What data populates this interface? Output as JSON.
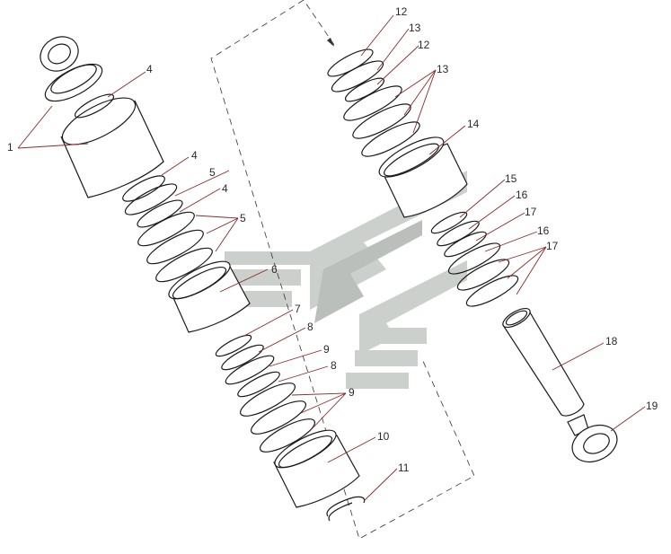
{
  "diagram": {
    "labels": [
      "1",
      "4",
      "4",
      "5",
      "4",
      "5",
      "6",
      "7",
      "8",
      "9",
      "8",
      "9",
      "10",
      "11",
      "12",
      "13",
      "12",
      "13",
      "14",
      "15",
      "16",
      "17",
      "16",
      "17",
      "18",
      "19"
    ]
  }
}
